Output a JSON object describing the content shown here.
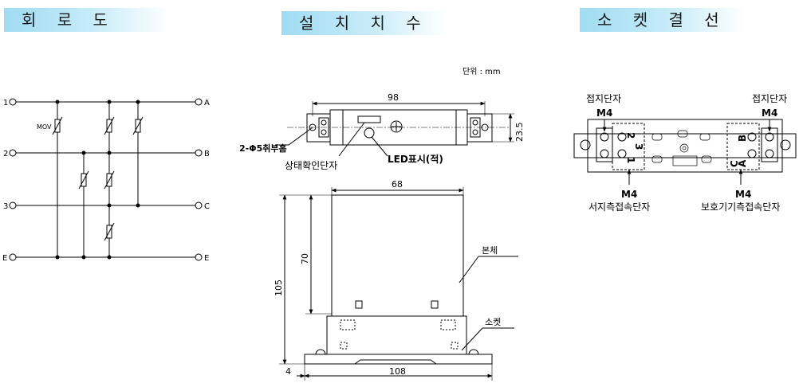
{
  "sections": {
    "circuit": "회 로 도",
    "install": "설 치 치 수",
    "socket": "소 켓 결 선"
  },
  "circuit": {
    "left_terminals": [
      "1",
      "2",
      "3",
      "E"
    ],
    "right_terminals": [
      "A",
      "B",
      "C",
      "E"
    ],
    "mov_label": "MOV"
  },
  "install": {
    "unit": "단위 : mm",
    "dim_width_top": "98",
    "dim_height_side": "23.5",
    "hole_label": "2-Φ5취부홈",
    "status_label": "상태확인단자",
    "led_label": "LED표시(적)",
    "dim_body_width": "68",
    "dim_body_height": "70",
    "dim_total_height": "105",
    "body_label": "본체",
    "socket_label": "소켓",
    "dim_base_offset": "4",
    "dim_base_width": "108"
  },
  "socket": {
    "ground_left": "접지단자",
    "ground_left_size": "M4",
    "ground_right": "접지단자",
    "ground_right_size": "M4",
    "left_numbers": [
      "2",
      "3",
      "1"
    ],
    "right_letters": [
      "B",
      "C",
      "A"
    ],
    "bottom_left_size": "M4",
    "bottom_left_label": "서지측접속단자",
    "bottom_right_size": "M4",
    "bottom_right_label": "보호기기측접속단자"
  }
}
